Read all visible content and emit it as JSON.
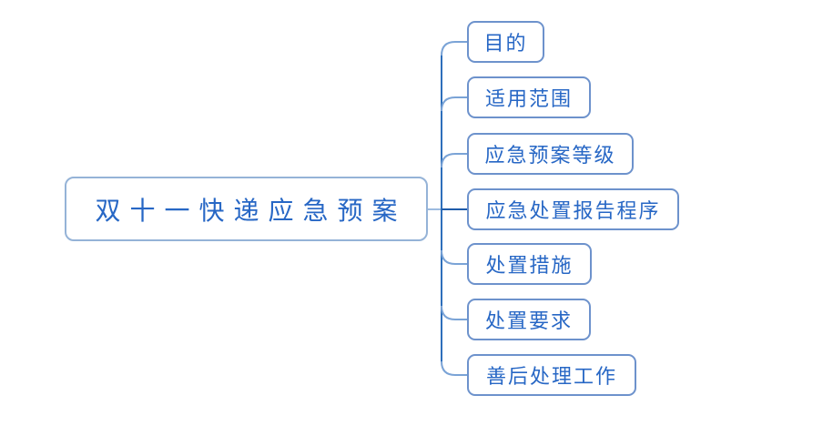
{
  "diagram": {
    "type": "mindmap",
    "root": {
      "label": "双十一快递应急预案"
    },
    "branches": [
      {
        "label": "目的"
      },
      {
        "label": "适用范围"
      },
      {
        "label": "应急预案等级"
      },
      {
        "label": "应急处置报告程序"
      },
      {
        "label": "处置措施"
      },
      {
        "label": "处置要求"
      },
      {
        "label": "善后处理工作"
      }
    ],
    "colors": {
      "background": "#ffffff",
      "node_text": "#2767c5",
      "root_border": "#95b3d7",
      "branch_border": "#6d92cc",
      "spine": "#2e6fbb",
      "elbow": "#7aa3d6",
      "direct_link": "#1f5caa",
      "stub": "#9cbbe0"
    }
  }
}
